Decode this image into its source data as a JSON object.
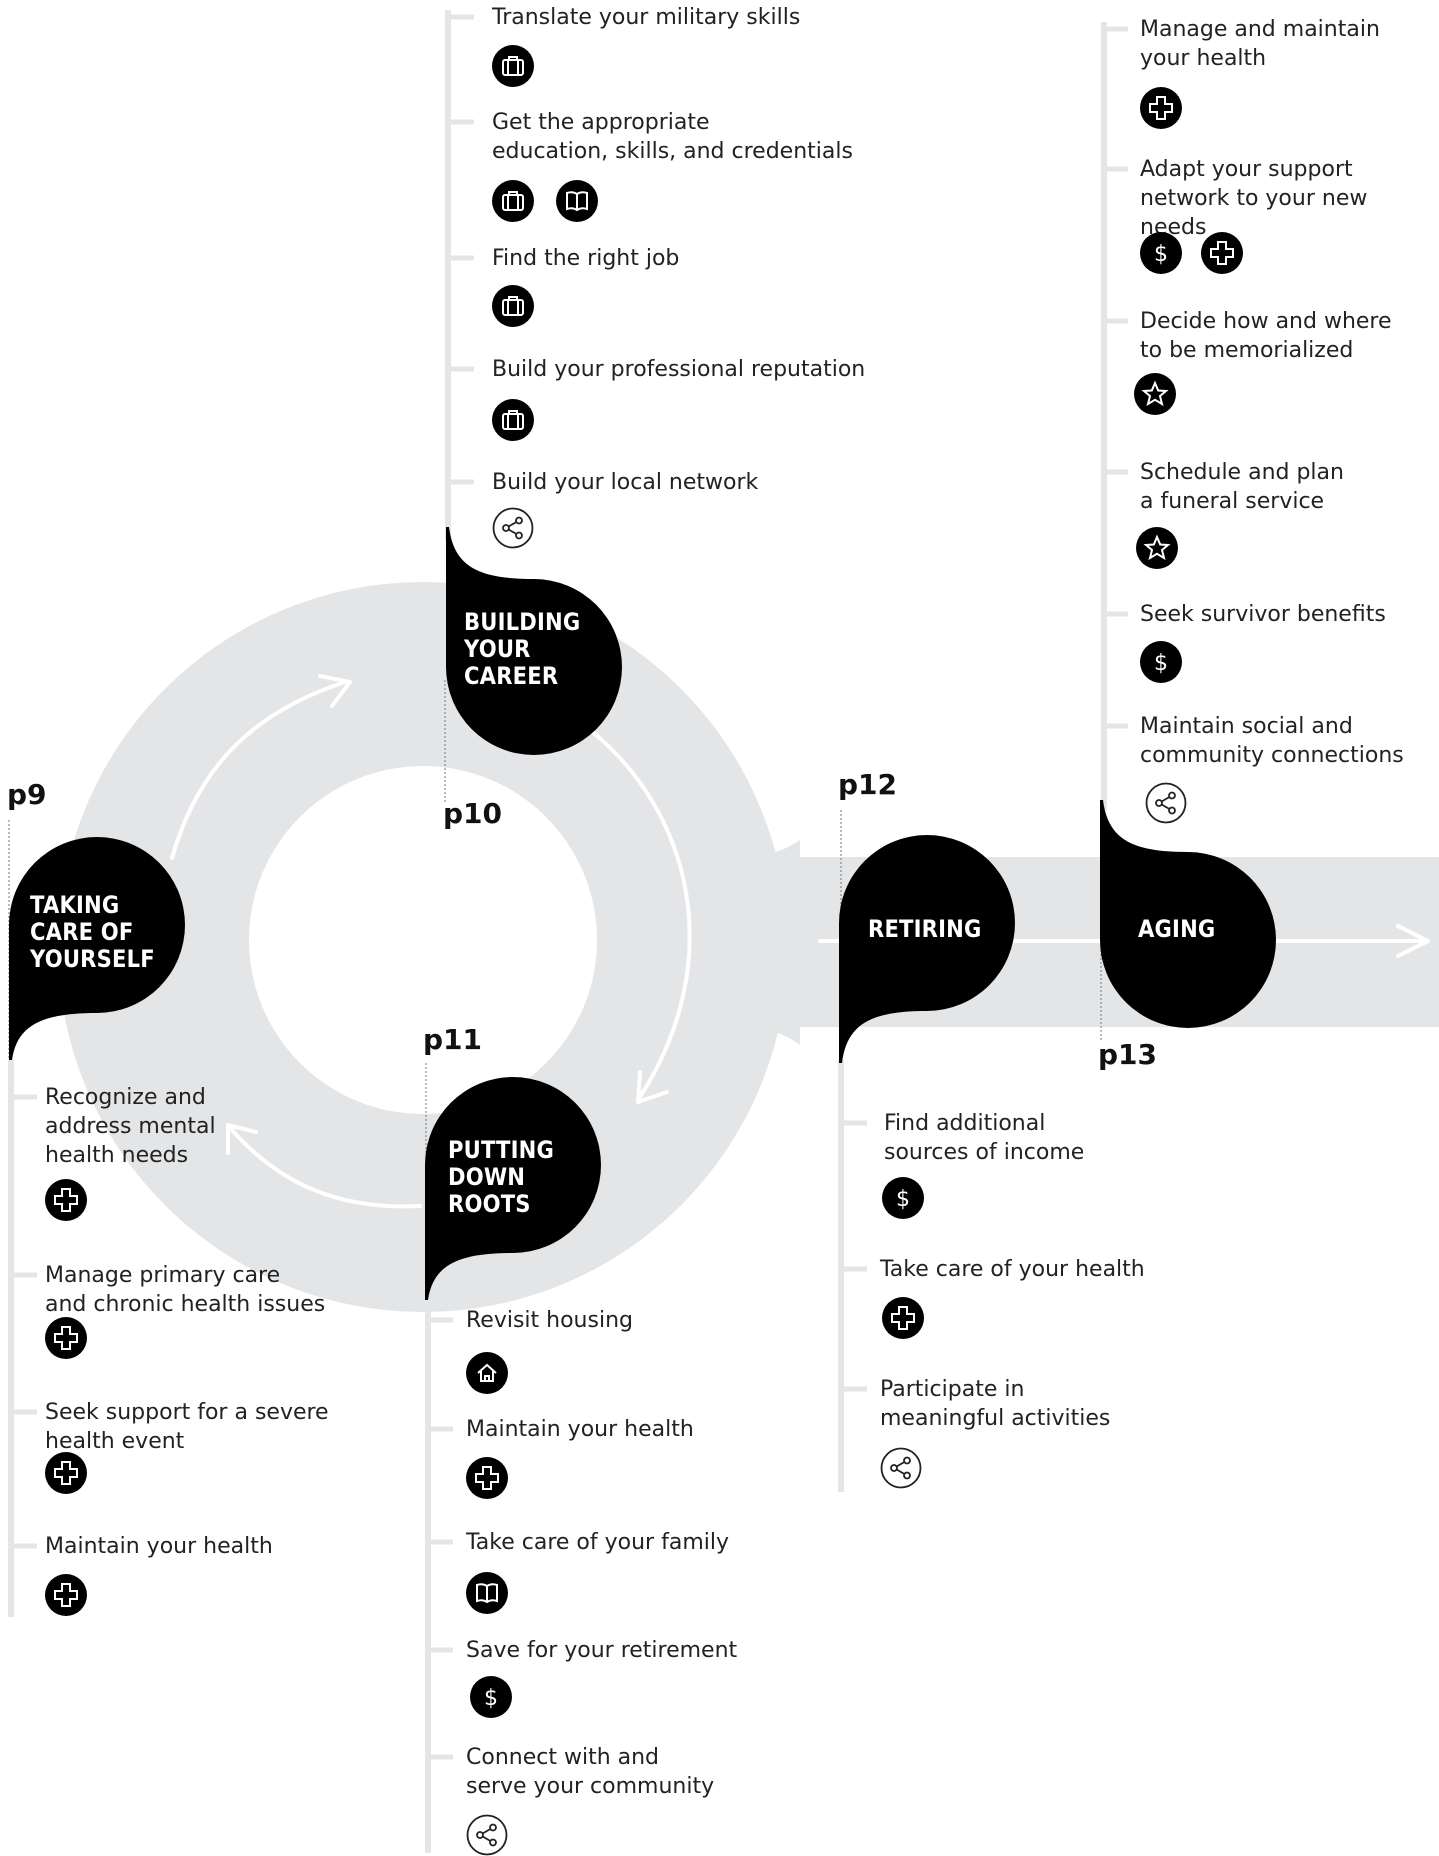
{
  "colors": {
    "ink": "#000000",
    "track": "#e4e5e7",
    "text": "#222222"
  },
  "stages": [
    {
      "id": "taking-care",
      "page": "p9",
      "label": "TAKING\nCARE OF\nYOURSELF",
      "items": [
        {
          "text": "Recognize and\naddress mental\nhealth needs",
          "icons": [
            "health-icon"
          ]
        },
        {
          "text": "Manage primary care\nand chronic health issues",
          "icons": [
            "health-icon"
          ]
        },
        {
          "text": "Seek support for a severe\nhealth event",
          "icons": [
            "health-icon"
          ]
        },
        {
          "text": "Maintain your health",
          "icons": [
            "health-icon"
          ]
        }
      ]
    },
    {
      "id": "building-career",
      "page": "p10",
      "label": "BUILDING\nYOUR\nCAREER",
      "items": [
        {
          "text": "Translate your military skills",
          "icons": [
            "briefcase-icon"
          ]
        },
        {
          "text": "Get the appropriate\neducation, skills, and credentials",
          "icons": [
            "briefcase-icon",
            "book-icon"
          ]
        },
        {
          "text": "Find the right job",
          "icons": [
            "briefcase-icon"
          ]
        },
        {
          "text": "Build your professional reputation",
          "icons": [
            "briefcase-icon"
          ]
        },
        {
          "text": "Build your local network",
          "icons": [
            "network-icon"
          ]
        }
      ]
    },
    {
      "id": "putting-down-roots",
      "page": "p11",
      "label": "PUTTING\nDOWN\nROOTS",
      "items": [
        {
          "text": "Revisit housing",
          "icons": [
            "house-icon"
          ]
        },
        {
          "text": "Maintain your health",
          "icons": [
            "health-icon"
          ]
        },
        {
          "text": "Take care of your family",
          "icons": [
            "book-icon"
          ]
        },
        {
          "text": "Save for your retirement",
          "icons": [
            "dollar-icon"
          ]
        },
        {
          "text": "Connect with and\nserve your community",
          "icons": [
            "network-icon"
          ]
        }
      ]
    },
    {
      "id": "retiring",
      "page": "p12",
      "label": "RETIRING",
      "items": [
        {
          "text": "Find additional\nsources of income",
          "icons": [
            "dollar-icon"
          ]
        },
        {
          "text": "Take care of your health",
          "icons": [
            "health-icon"
          ]
        },
        {
          "text": "Participate in\nmeaningful activities",
          "icons": [
            "network-icon"
          ]
        }
      ]
    },
    {
      "id": "aging",
      "page": "p13",
      "label": "AGING",
      "items": [
        {
          "text": "Manage and maintain\nyour health",
          "icons": [
            "health-icon"
          ]
        },
        {
          "text": "Adapt your support\nnetwork to your new needs",
          "icons": [
            "dollar-icon",
            "health-icon"
          ]
        },
        {
          "text": "Decide how and where\nto be memorialized",
          "icons": [
            "star-icon"
          ]
        },
        {
          "text": "Schedule and plan\na funeral service",
          "icons": [
            "star-icon"
          ]
        },
        {
          "text": "Seek survivor benefits",
          "icons": [
            "dollar-icon"
          ]
        },
        {
          "text": "Maintain social and\ncommunity connections",
          "icons": [
            "network-icon"
          ]
        }
      ]
    }
  ]
}
